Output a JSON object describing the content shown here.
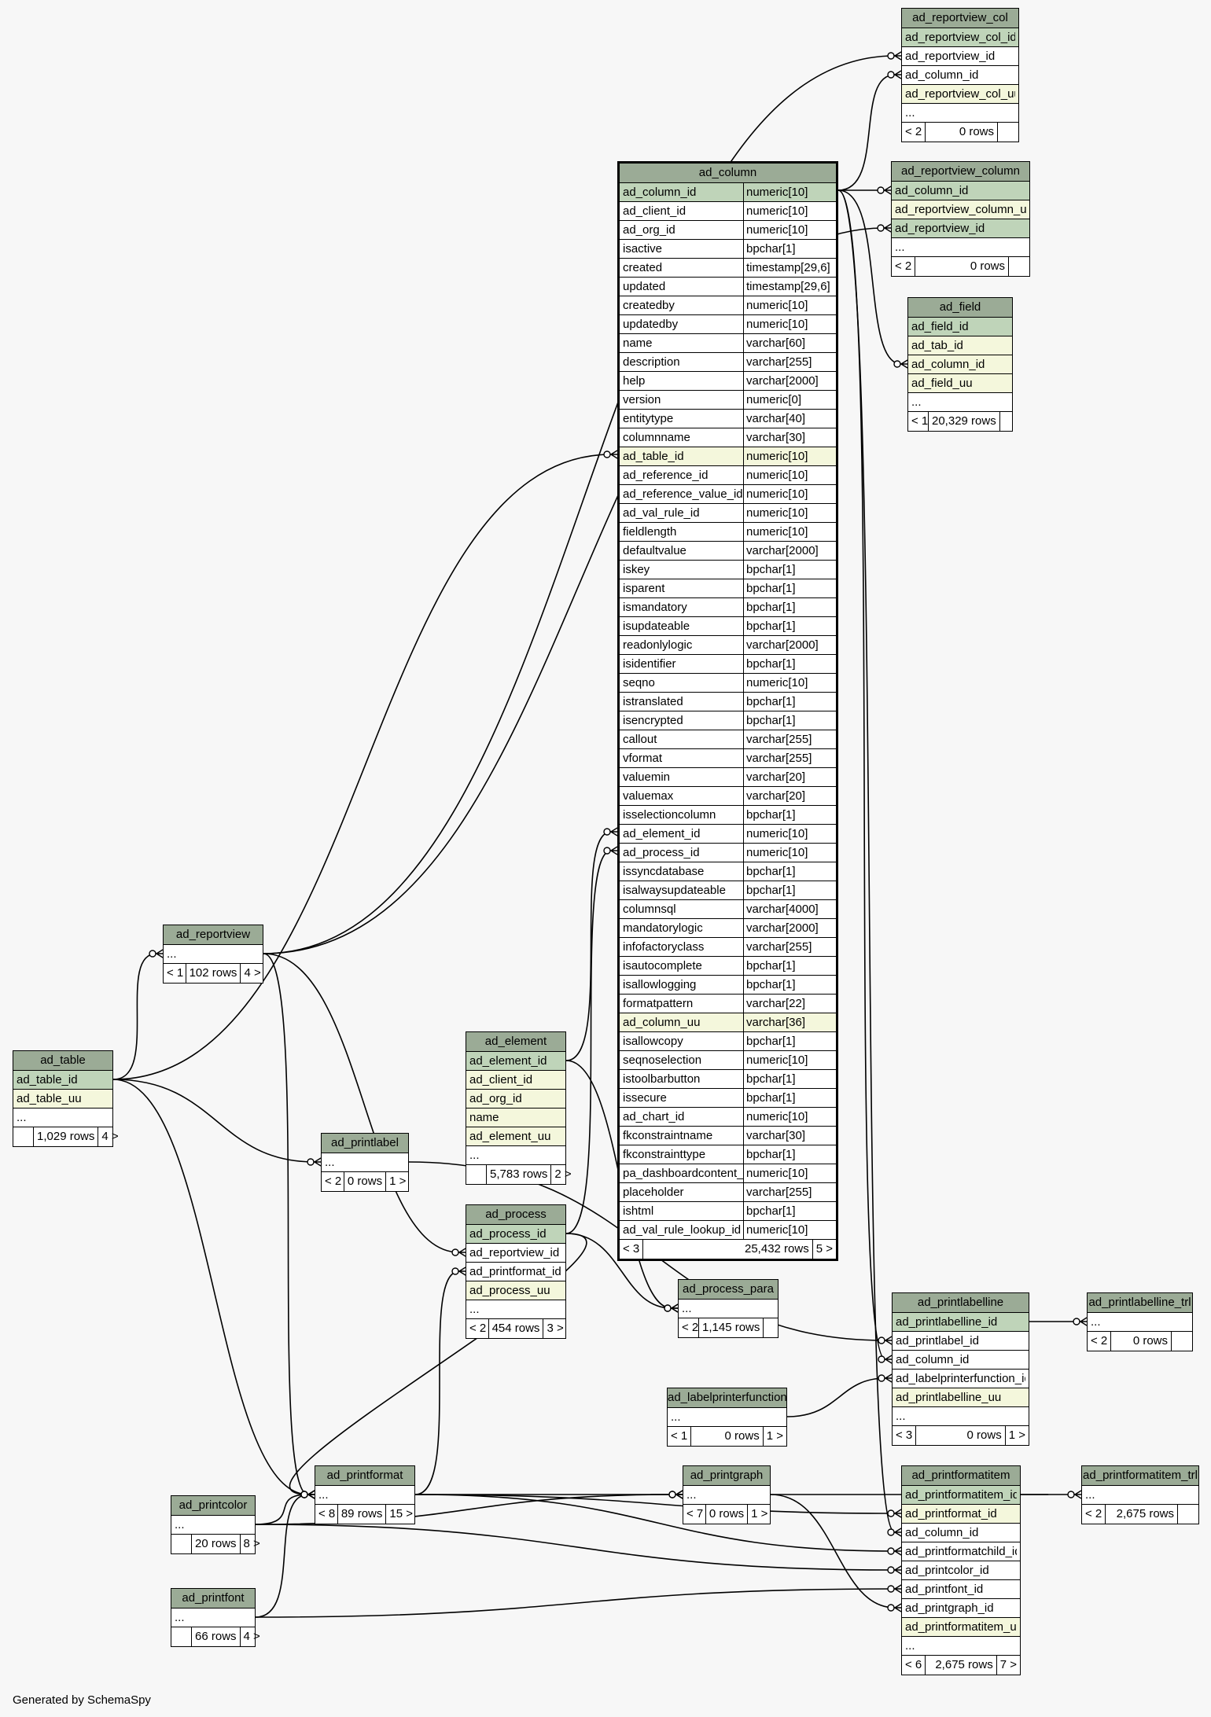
{
  "footer_text": "Generated by SchemaSpy",
  "colors": {
    "header": "#9bab96",
    "primary_key": "#bfd4b9",
    "indexed": "#f4f7dc",
    "background": "#f7f7f7"
  },
  "tables": {
    "ad_reportview_col": {
      "title": "ad_reportview_col",
      "rows": [
        {
          "name": "ad_reportview_col_id",
          "kind": "pk"
        },
        {
          "name": "ad_reportview_id",
          "kind": "fk"
        },
        {
          "name": "ad_column_id",
          "kind": "fk"
        },
        {
          "name": "ad_reportview_col_uu",
          "kind": "idx"
        },
        {
          "name": "...",
          "kind": "plain"
        }
      ],
      "footer": {
        "parents": "< 2",
        "rows": "0 rows",
        "children": ""
      }
    },
    "ad_reportview_column": {
      "title": "ad_reportview_column",
      "rows": [
        {
          "name": "ad_column_id",
          "kind": "pk"
        },
        {
          "name": "ad_reportview_column_uu",
          "kind": "idx"
        },
        {
          "name": "ad_reportview_id",
          "kind": "pk"
        },
        {
          "name": "...",
          "kind": "plain"
        }
      ],
      "footer": {
        "parents": "< 2",
        "rows": "0 rows",
        "children": ""
      }
    },
    "ad_field": {
      "title": "ad_field",
      "rows": [
        {
          "name": "ad_field_id",
          "kind": "pk"
        },
        {
          "name": "ad_tab_id",
          "kind": "idx"
        },
        {
          "name": "ad_column_id",
          "kind": "idx"
        },
        {
          "name": "ad_field_uu",
          "kind": "idx"
        },
        {
          "name": "...",
          "kind": "plain"
        }
      ],
      "footer": {
        "parents": "< 1",
        "rows": "20,329 rows",
        "children": ""
      }
    },
    "ad_column": {
      "title": "ad_column",
      "rows": [
        {
          "name": "ad_column_id",
          "type": "numeric[10]",
          "kind": "pk"
        },
        {
          "name": "ad_client_id",
          "type": "numeric[10]",
          "kind": "plain"
        },
        {
          "name": "ad_org_id",
          "type": "numeric[10]",
          "kind": "plain"
        },
        {
          "name": "isactive",
          "type": "bpchar[1]",
          "kind": "plain"
        },
        {
          "name": "created",
          "type": "timestamp[29,6]",
          "kind": "plain"
        },
        {
          "name": "updated",
          "type": "timestamp[29,6]",
          "kind": "plain"
        },
        {
          "name": "createdby",
          "type": "numeric[10]",
          "kind": "plain"
        },
        {
          "name": "updatedby",
          "type": "numeric[10]",
          "kind": "plain"
        },
        {
          "name": "name",
          "type": "varchar[60]",
          "kind": "plain"
        },
        {
          "name": "description",
          "type": "varchar[255]",
          "kind": "plain"
        },
        {
          "name": "help",
          "type": "varchar[2000]",
          "kind": "plain"
        },
        {
          "name": "version",
          "type": "numeric[0]",
          "kind": "plain"
        },
        {
          "name": "entitytype",
          "type": "varchar[40]",
          "kind": "plain"
        },
        {
          "name": "columnname",
          "type": "varchar[30]",
          "kind": "plain"
        },
        {
          "name": "ad_table_id",
          "type": "numeric[10]",
          "kind": "idx"
        },
        {
          "name": "ad_reference_id",
          "type": "numeric[10]",
          "kind": "plain"
        },
        {
          "name": "ad_reference_value_id",
          "type": "numeric[10]",
          "kind": "plain"
        },
        {
          "name": "ad_val_rule_id",
          "type": "numeric[10]",
          "kind": "plain"
        },
        {
          "name": "fieldlength",
          "type": "numeric[10]",
          "kind": "plain"
        },
        {
          "name": "defaultvalue",
          "type": "varchar[2000]",
          "kind": "plain"
        },
        {
          "name": "iskey",
          "type": "bpchar[1]",
          "kind": "plain"
        },
        {
          "name": "isparent",
          "type": "bpchar[1]",
          "kind": "plain"
        },
        {
          "name": "ismandatory",
          "type": "bpchar[1]",
          "kind": "plain"
        },
        {
          "name": "isupdateable",
          "type": "bpchar[1]",
          "kind": "plain"
        },
        {
          "name": "readonlylogic",
          "type": "varchar[2000]",
          "kind": "plain"
        },
        {
          "name": "isidentifier",
          "type": "bpchar[1]",
          "kind": "plain"
        },
        {
          "name": "seqno",
          "type": "numeric[10]",
          "kind": "plain"
        },
        {
          "name": "istranslated",
          "type": "bpchar[1]",
          "kind": "plain"
        },
        {
          "name": "isencrypted",
          "type": "bpchar[1]",
          "kind": "plain"
        },
        {
          "name": "callout",
          "type": "varchar[255]",
          "kind": "plain"
        },
        {
          "name": "vformat",
          "type": "varchar[255]",
          "kind": "plain"
        },
        {
          "name": "valuemin",
          "type": "varchar[20]",
          "kind": "plain"
        },
        {
          "name": "valuemax",
          "type": "varchar[20]",
          "kind": "plain"
        },
        {
          "name": "isselectioncolumn",
          "type": "bpchar[1]",
          "kind": "plain"
        },
        {
          "name": "ad_element_id",
          "type": "numeric[10]",
          "kind": "plain"
        },
        {
          "name": "ad_process_id",
          "type": "numeric[10]",
          "kind": "plain"
        },
        {
          "name": "issyncdatabase",
          "type": "bpchar[1]",
          "kind": "plain"
        },
        {
          "name": "isalwaysupdateable",
          "type": "bpchar[1]",
          "kind": "plain"
        },
        {
          "name": "columnsql",
          "type": "varchar[4000]",
          "kind": "plain"
        },
        {
          "name": "mandatorylogic",
          "type": "varchar[2000]",
          "kind": "plain"
        },
        {
          "name": "infofactoryclass",
          "type": "varchar[255]",
          "kind": "plain"
        },
        {
          "name": "isautocomplete",
          "type": "bpchar[1]",
          "kind": "plain"
        },
        {
          "name": "isallowlogging",
          "type": "bpchar[1]",
          "kind": "plain"
        },
        {
          "name": "formatpattern",
          "type": "varchar[22]",
          "kind": "plain"
        },
        {
          "name": "ad_column_uu",
          "type": "varchar[36]",
          "kind": "idx"
        },
        {
          "name": "isallowcopy",
          "type": "bpchar[1]",
          "kind": "plain"
        },
        {
          "name": "seqnoselection",
          "type": "numeric[10]",
          "kind": "plain"
        },
        {
          "name": "istoolbarbutton",
          "type": "bpchar[1]",
          "kind": "plain"
        },
        {
          "name": "issecure",
          "type": "bpchar[1]",
          "kind": "plain"
        },
        {
          "name": "ad_chart_id",
          "type": "numeric[10]",
          "kind": "plain"
        },
        {
          "name": "fkconstraintname",
          "type": "varchar[30]",
          "kind": "plain"
        },
        {
          "name": "fkconstrainttype",
          "type": "bpchar[1]",
          "kind": "plain"
        },
        {
          "name": "pa_dashboardcontent_id",
          "type": "numeric[10]",
          "kind": "plain"
        },
        {
          "name": "placeholder",
          "type": "varchar[255]",
          "kind": "plain"
        },
        {
          "name": "ishtml",
          "type": "bpchar[1]",
          "kind": "plain"
        },
        {
          "name": "ad_val_rule_lookup_id",
          "type": "numeric[10]",
          "kind": "plain"
        }
      ],
      "footer": {
        "parents": "< 3",
        "rows": "25,432 rows",
        "children": "5 >"
      }
    },
    "ad_reportview": {
      "title": "ad_reportview",
      "rows": [
        {
          "name": "...",
          "kind": "plain"
        }
      ],
      "footer": {
        "parents": "< 1",
        "rows": "102 rows",
        "children": "4 >"
      }
    },
    "ad_table": {
      "title": "ad_table",
      "rows": [
        {
          "name": "ad_table_id",
          "kind": "pk"
        },
        {
          "name": "ad_table_uu",
          "kind": "idx"
        },
        {
          "name": "...",
          "kind": "plain"
        }
      ],
      "footer": {
        "parents": "",
        "rows": "1,029 rows",
        "children": "4 >"
      }
    },
    "ad_element": {
      "title": "ad_element",
      "rows": [
        {
          "name": "ad_element_id",
          "kind": "pk"
        },
        {
          "name": "ad_client_id",
          "kind": "idx"
        },
        {
          "name": "ad_org_id",
          "kind": "idx"
        },
        {
          "name": "name",
          "kind": "idx"
        },
        {
          "name": "ad_element_uu",
          "kind": "idx"
        },
        {
          "name": "...",
          "kind": "plain"
        }
      ],
      "footer": {
        "parents": "",
        "rows": "5,783 rows",
        "children": "2 >"
      }
    },
    "ad_printlabel": {
      "title": "ad_printlabel",
      "rows": [
        {
          "name": "...",
          "kind": "plain"
        }
      ],
      "footer": {
        "parents": "< 2",
        "rows": "0 rows",
        "children": "1 >"
      }
    },
    "ad_process": {
      "title": "ad_process",
      "rows": [
        {
          "name": "ad_process_id",
          "kind": "pk"
        },
        {
          "name": "ad_reportview_id",
          "kind": "fk"
        },
        {
          "name": "ad_printformat_id",
          "kind": "fk"
        },
        {
          "name": "ad_process_uu",
          "kind": "idx"
        },
        {
          "name": "...",
          "kind": "plain"
        }
      ],
      "footer": {
        "parents": "< 2",
        "rows": "454 rows",
        "children": "3 >"
      }
    },
    "ad_process_para": {
      "title": "ad_process_para",
      "rows": [
        {
          "name": "...",
          "kind": "plain"
        }
      ],
      "footer": {
        "parents": "< 2",
        "rows": "1,145 rows",
        "children": ""
      }
    },
    "ad_printlabelline": {
      "title": "ad_printlabelline",
      "rows": [
        {
          "name": "ad_printlabelline_id",
          "kind": "pk"
        },
        {
          "name": "ad_printlabel_id",
          "kind": "fk"
        },
        {
          "name": "ad_column_id",
          "kind": "fk"
        },
        {
          "name": "ad_labelprinterfunction_id",
          "kind": "fk"
        },
        {
          "name": "ad_printlabelline_uu",
          "kind": "idx"
        },
        {
          "name": "...",
          "kind": "plain"
        }
      ],
      "footer": {
        "parents": "< 3",
        "rows": "0 rows",
        "children": "1 >"
      }
    },
    "ad_printlabelline_trl": {
      "title": "ad_printlabelline_trl",
      "rows": [
        {
          "name": "...",
          "kind": "plain"
        }
      ],
      "footer": {
        "parents": "< 2",
        "rows": "0 rows",
        "children": ""
      }
    },
    "ad_labelprinterfunction": {
      "title": "ad_labelprinterfunction",
      "rows": [
        {
          "name": "...",
          "kind": "plain"
        }
      ],
      "footer": {
        "parents": "< 1",
        "rows": "0 rows",
        "children": "1 >"
      }
    },
    "ad_printgraph": {
      "title": "ad_printgraph",
      "rows": [
        {
          "name": "...",
          "kind": "plain"
        }
      ],
      "footer": {
        "parents": "< 7",
        "rows": "0 rows",
        "children": "1 >"
      }
    },
    "ad_printformatitem": {
      "title": "ad_printformatitem",
      "rows": [
        {
          "name": "ad_printformatitem_id",
          "kind": "pk"
        },
        {
          "name": "ad_printformat_id",
          "kind": "idx"
        },
        {
          "name": "ad_column_id",
          "kind": "fk"
        },
        {
          "name": "ad_printformatchild_id",
          "kind": "fk"
        },
        {
          "name": "ad_printcolor_id",
          "kind": "fk"
        },
        {
          "name": "ad_printfont_id",
          "kind": "fk"
        },
        {
          "name": "ad_printgraph_id",
          "kind": "fk"
        },
        {
          "name": "ad_printformatitem_uu",
          "kind": "idx"
        },
        {
          "name": "...",
          "kind": "plain"
        }
      ],
      "footer": {
        "parents": "< 6",
        "rows": "2,675 rows",
        "children": "7 >"
      }
    },
    "ad_printformatitem_trl": {
      "title": "ad_printformatitem_trl",
      "rows": [
        {
          "name": "...",
          "kind": "plain"
        }
      ],
      "footer": {
        "parents": "< 2",
        "rows": "2,675 rows",
        "children": ""
      }
    },
    "ad_printformat": {
      "title": "ad_printformat",
      "rows": [
        {
          "name": "...",
          "kind": "plain"
        }
      ],
      "footer": {
        "parents": "< 8",
        "rows": "89 rows",
        "children": "15 >"
      }
    },
    "ad_printcolor": {
      "title": "ad_printcolor",
      "rows": [
        {
          "name": "...",
          "kind": "plain"
        }
      ],
      "footer": {
        "parents": "",
        "rows": "20 rows",
        "children": "8 >"
      }
    },
    "ad_printfont": {
      "title": "ad_printfont",
      "rows": [
        {
          "name": "...",
          "kind": "plain"
        }
      ],
      "footer": {
        "parents": "",
        "rows": "66 rows",
        "children": "4 >"
      }
    }
  }
}
